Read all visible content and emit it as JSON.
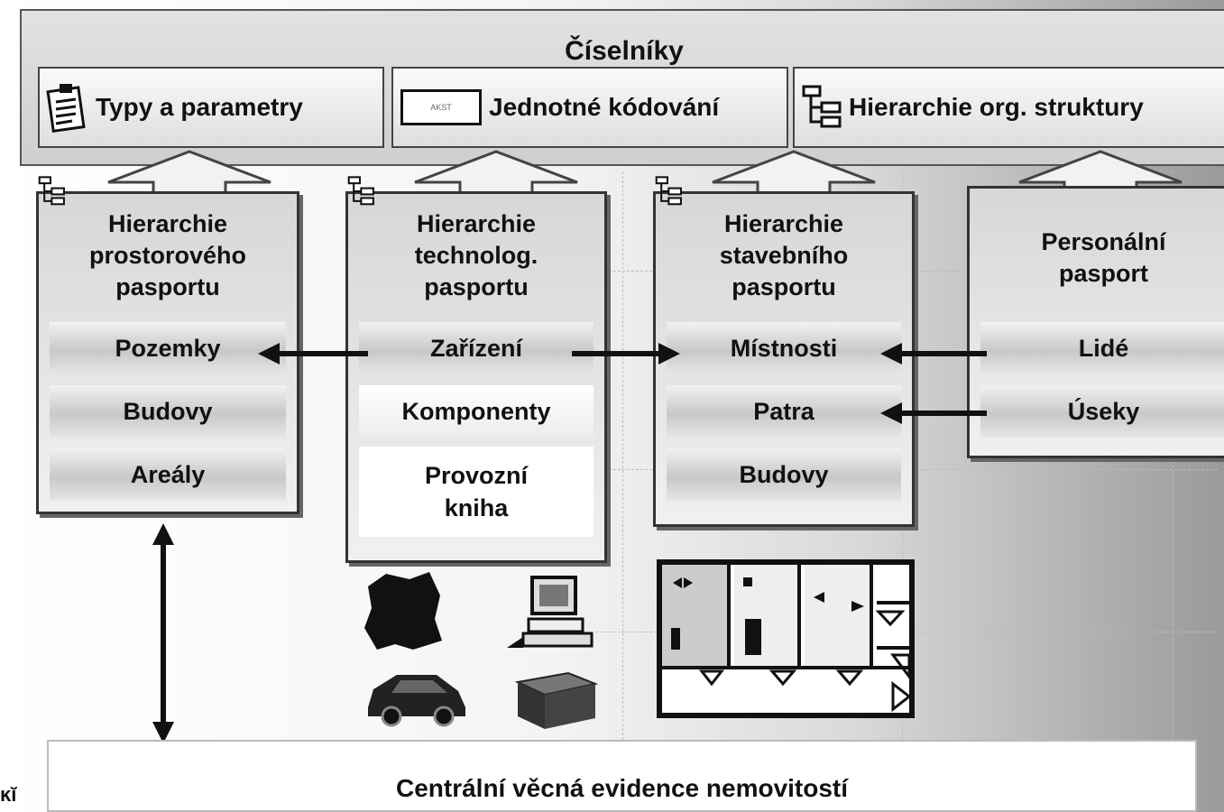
{
  "top": {
    "title": "Číselníky",
    "boxes": [
      {
        "label": "Typy a parametry",
        "icon": "clipboard-icon"
      },
      {
        "label": "Jednotné kódování",
        "icon": "barcode-card-icon",
        "icon_text": "AKST"
      },
      {
        "label": "Hierarchie org. struktury",
        "icon": "tree-icon"
      }
    ]
  },
  "columns": [
    {
      "title_lines": [
        "Hierarchie",
        "prostorového",
        "pasportu"
      ],
      "items": [
        "Pozemky",
        "Budovy",
        "Areály"
      ]
    },
    {
      "title_lines": [
        "Hierarchie",
        "technolog.",
        "pasportu"
      ],
      "items": [
        "Zařízení",
        "Komponenty",
        "Provozní kniha"
      ]
    },
    {
      "title_lines": [
        "Hierarchie",
        "stavebního",
        "pasportu"
      ],
      "items": [
        "Místnosti",
        "Patra",
        "Budovy"
      ]
    },
    {
      "title_lines": [
        "Personální",
        "pasport"
      ],
      "items": [
        "Lidé",
        "Úseky"
      ]
    }
  ],
  "bottom": {
    "label": "Centrální věcná evidence nemovitostí"
  },
  "corner_fragment": "ĸĭ",
  "images": [
    "map-silhouette-icon",
    "computer-icon",
    "car-icon",
    "desk-icon",
    "floor-plan-icon"
  ]
}
